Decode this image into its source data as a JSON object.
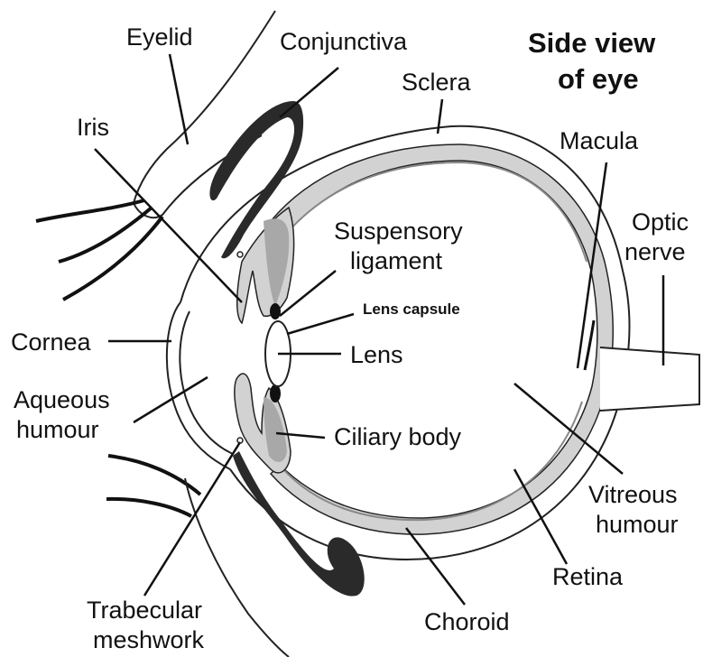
{
  "title": {
    "line1": "Side view",
    "line2": "of eye"
  },
  "labels": {
    "eyelid": "Eyelid",
    "conjunctiva": "Conjunctiva",
    "sclera": "Sclera",
    "iris": "Iris",
    "macula": "Macula",
    "optic_nerve_1": "Optic",
    "optic_nerve_2": "nerve",
    "suspensory_1": "Suspensory",
    "suspensory_2": "ligament",
    "lens_capsule": "Lens capsule",
    "cornea": "Cornea",
    "lens": "Lens",
    "aqueous_1": "Aqueous",
    "aqueous_2": "humour",
    "ciliary_body": "Ciliary body",
    "vitreous_1": "Vitreous",
    "vitreous_2": "humour",
    "retina": "Retina",
    "choroid": "Choroid",
    "trabecular_1": "Trabecular",
    "trabecular_2": "meshwork"
  },
  "colors": {
    "line": "#222222",
    "tissue_light": "#d2d2d2",
    "tissue_mid": "#a8a8a8",
    "tissue_dark": "#2a2a2a",
    "background": "#ffffff"
  }
}
